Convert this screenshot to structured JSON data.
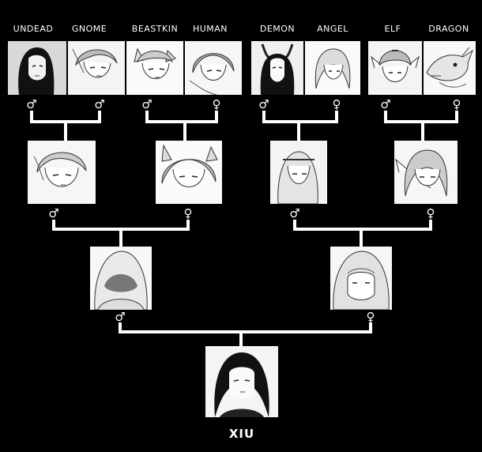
{
  "generation_1": [
    {
      "race": "UNDEAD",
      "sex_symbol": "♂"
    },
    {
      "race": "GNOME",
      "sex_symbol": "♂"
    },
    {
      "race": "BEASTKIN",
      "sex_symbol": "♂"
    },
    {
      "race": "HUMAN",
      "sex_symbol": "♀"
    },
    {
      "race": "DEMON",
      "sex_symbol": "♂"
    },
    {
      "race": "ANGEL",
      "sex_symbol": "♀"
    },
    {
      "race": "ELF",
      "sex_symbol": "♂"
    },
    {
      "race": "DRAGON",
      "sex_symbol": "♀"
    }
  ],
  "generation_2": [
    {
      "sex_symbol": "♂"
    },
    {
      "sex_symbol": "♀"
    },
    {
      "sex_symbol": "♂"
    },
    {
      "sex_symbol": "♀"
    }
  ],
  "generation_3": [
    {
      "sex_symbol": "♂"
    },
    {
      "sex_symbol": "♀"
    }
  ],
  "descendant": {
    "name": "XIU"
  }
}
